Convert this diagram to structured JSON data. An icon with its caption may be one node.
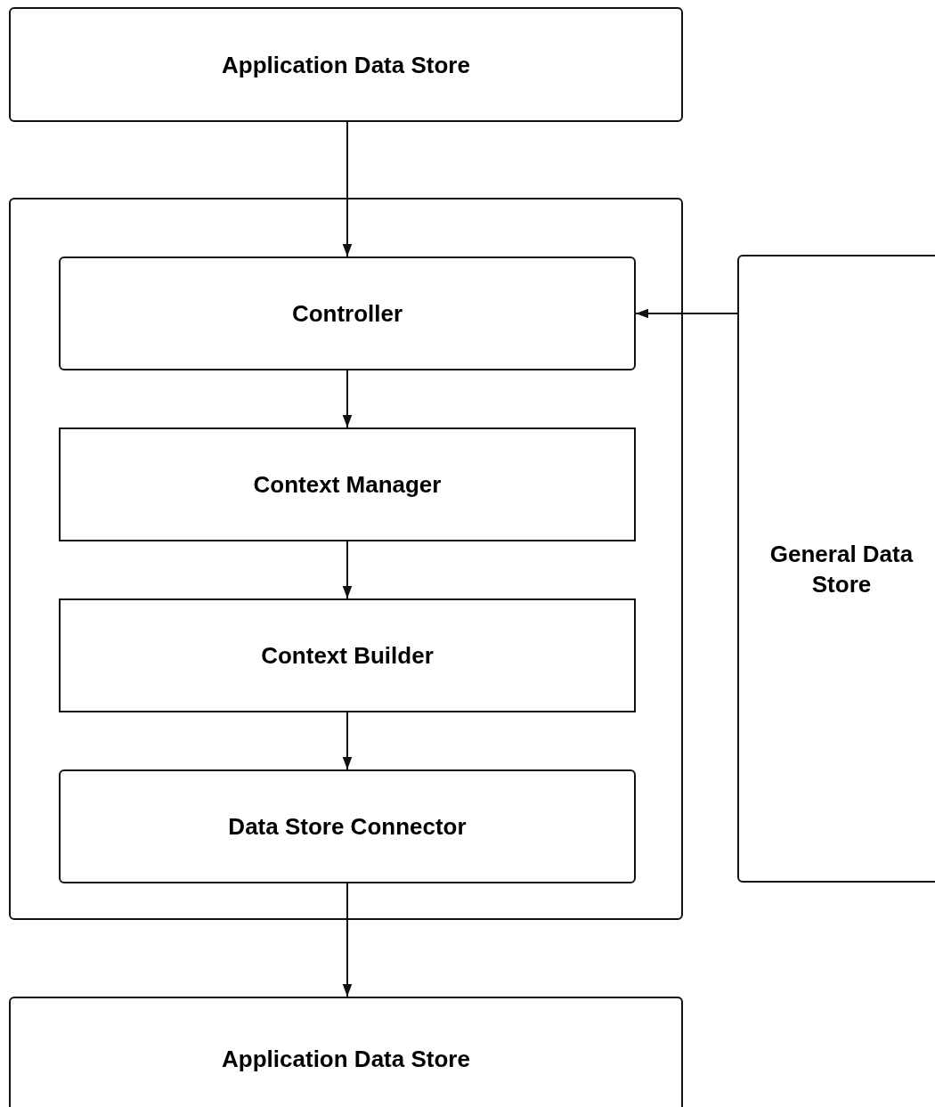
{
  "diagram": {
    "nodes": [
      {
        "text": [
          "Application Data Store"
        ]
      },
      {
        "text": [],
        "shape": "box"
      },
      {
        "text": [
          "Controller"
        ],
        "in": 1
      },
      {
        "text": [
          "Context Manager"
        ],
        "in": 1
      },
      {
        "text": [
          "Context Builder"
        ],
        "in": 1
      },
      {
        "text": [
          "Data Store Connector"
        ],
        "in": 1
      },
      {
        "text": [
          "General Data Store"
        ]
      },
      {
        "text": [
          "Application Data Store"
        ]
      }
    ],
    "edges": [
      {
        "from": 0,
        "to": 2,
        "arrow": "to"
      },
      {
        "from": 6,
        "to": 2,
        "arrow": "to"
      },
      {
        "from": 2,
        "to": 3,
        "arrow": "to"
      },
      {
        "from": 3,
        "to": 4,
        "arrow": "to"
      },
      {
        "from": 4,
        "to": 5,
        "arrow": "to"
      },
      {
        "from": 5,
        "to": 7,
        "arrow": "to"
      }
    ]
  }
}
